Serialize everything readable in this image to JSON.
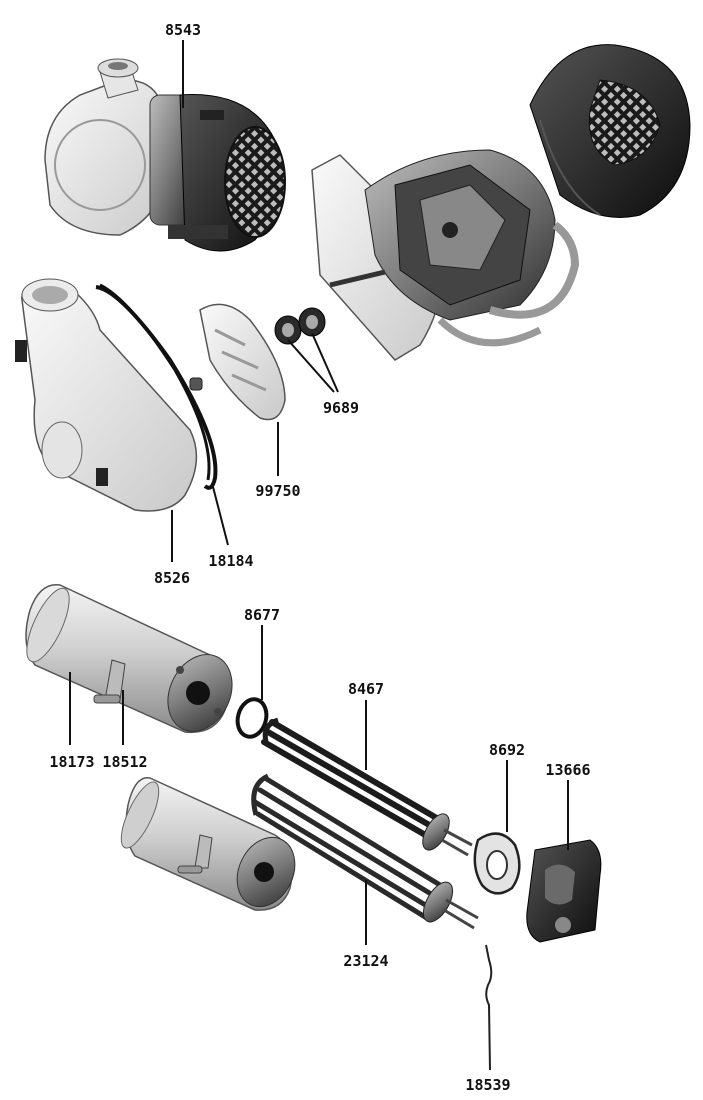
{
  "parts": [
    {
      "id": "pump-assembly",
      "label": "8543"
    },
    {
      "id": "shaft-seals",
      "label": "9689"
    },
    {
      "id": "impeller",
      "label": "99750"
    },
    {
      "id": "pump-housing",
      "label": "8526"
    },
    {
      "id": "housing-gasket",
      "label": "18184"
    },
    {
      "id": "flange-o-ring",
      "label": "8677"
    },
    {
      "id": "heating-element-small",
      "label": "8467"
    },
    {
      "id": "heater-tank",
      "label": "18173"
    },
    {
      "id": "tank-fitting",
      "label": "18512"
    },
    {
      "id": "element-gasket",
      "label": "8692"
    },
    {
      "id": "element-cover",
      "label": "13666"
    },
    {
      "id": "heating-element-large",
      "label": "23124"
    },
    {
      "id": "thermostat-probe",
      "label": "18539"
    }
  ]
}
